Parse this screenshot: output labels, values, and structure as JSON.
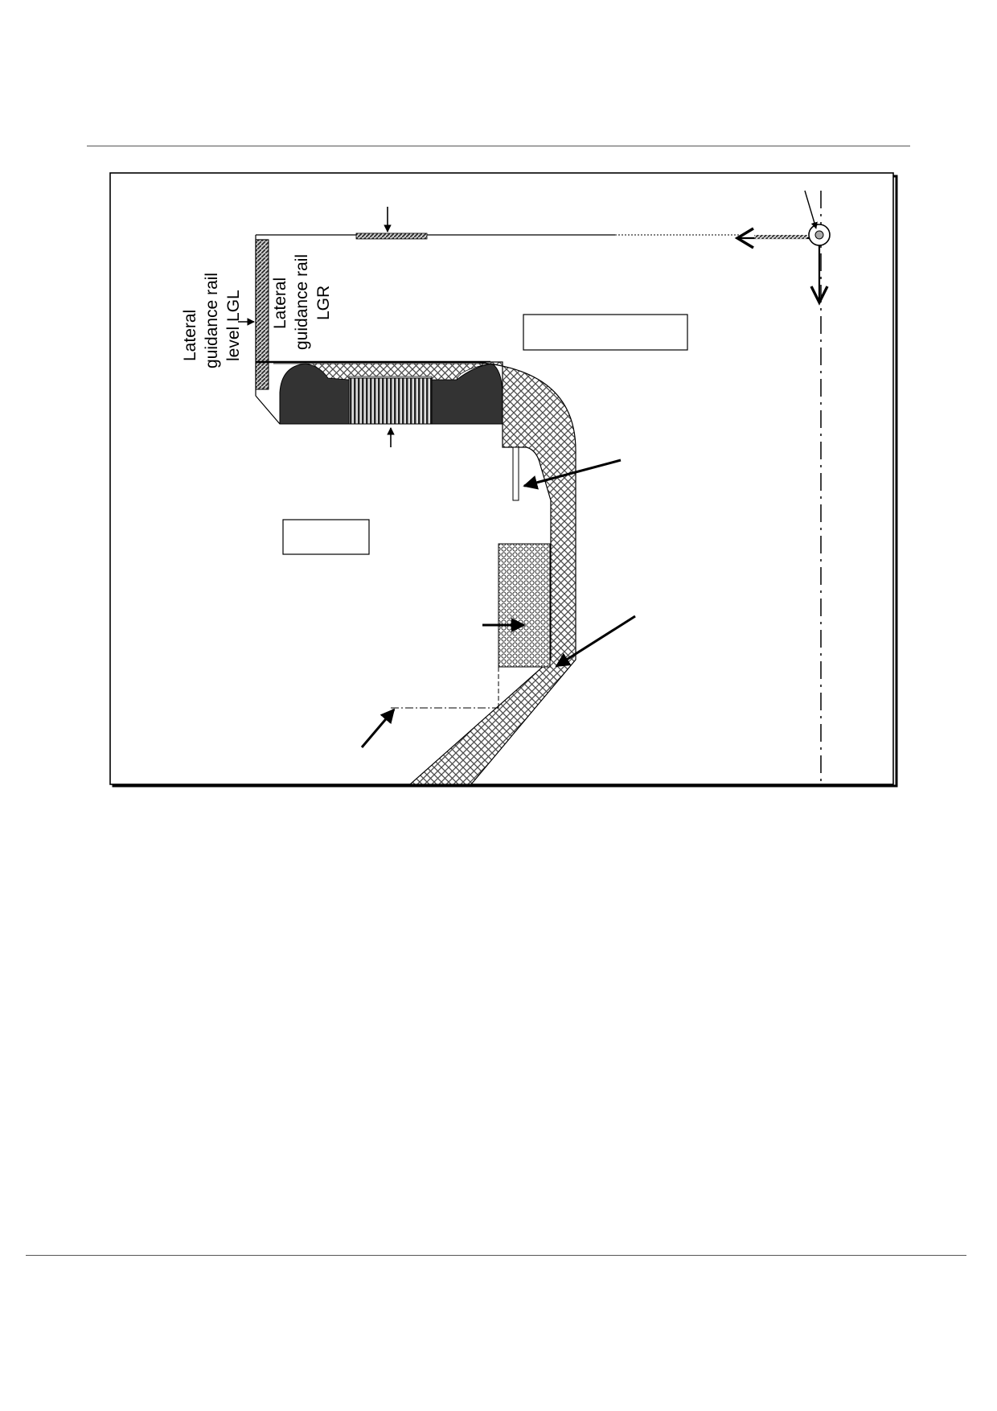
{
  "labels": {
    "lgl_line1": "Lateral",
    "lgl_line2": "guidance rail",
    "lgl_line3": "level LGL",
    "lgr_line1": "Lateral",
    "lgr_line2": "guidance rail",
    "lgr_line3": "LGR"
  },
  "colors": {
    "line": "#000000",
    "fill_dark": "#333333",
    "fill_hatch": "#8a8a8a",
    "background": "#ffffff"
  }
}
